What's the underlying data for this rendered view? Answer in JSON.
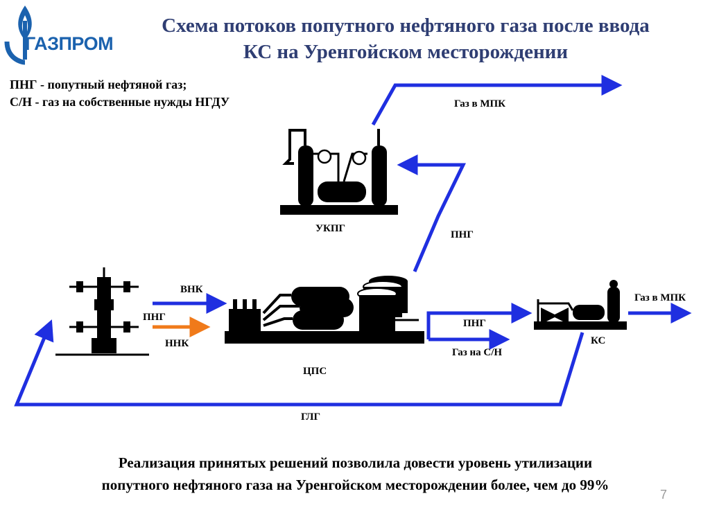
{
  "logo": {
    "text": "ГАЗПРОМ"
  },
  "title": {
    "line1": "Схема потоков попутного нефтяного газа после ввода",
    "line2": "КС на Уренгойском месторождении"
  },
  "legend": {
    "png_def": "ПНГ - попутный нефтяной газ;",
    "sn_def": "С/Н - газ на собственные нужды НГДУ"
  },
  "labels": {
    "gas_mpk_top": "Газ в МПК",
    "ukpg": "УКПГ",
    "png_ukpg": "ПНГ",
    "vnk": "ВНК",
    "png_well": "ПНГ",
    "nnk": "ННК",
    "cps": "ЦПС",
    "png_ks": "ПНГ",
    "gas_sn": "Газ на С/Н",
    "ks": "КС",
    "gas_mpk_right": "Газ в МПК",
    "glg": "ГЛГ"
  },
  "bottom": {
    "line1": "Реализация принятых решений позволила довести уровень утилизации",
    "line2": "попутного нефтяного газа на Уренгойском месторождении более, чем до 99%"
  },
  "page_number": "7",
  "colors": {
    "title": "#2f3e73",
    "flow_blue": "#1f2fe0",
    "flow_orange": "#f07a1a",
    "logo_blue": "#1b62ae",
    "equipment": "#000000"
  }
}
